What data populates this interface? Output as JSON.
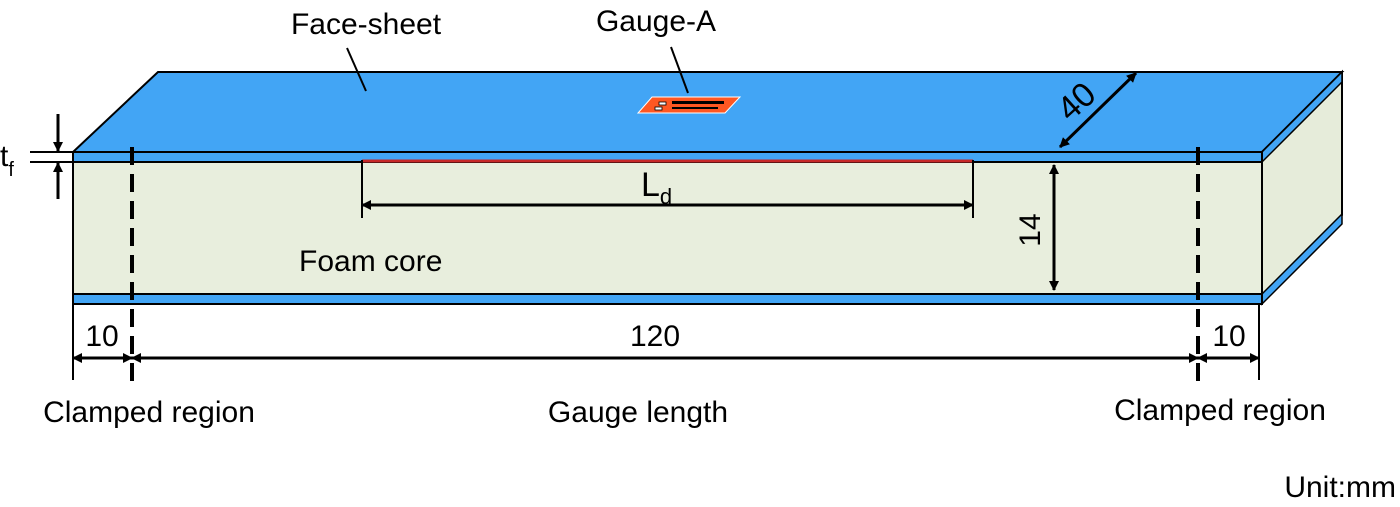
{
  "labels": {
    "face_sheet": "Face-sheet",
    "gauge_a": "Gauge-A",
    "foam_core": "Foam core",
    "thickness_symbol": "t",
    "thickness_subscript": "f",
    "delam_length_symbol": "L",
    "delam_length_subscript": "d",
    "clamped_left": "Clamped region",
    "gauge_length": "Gauge length",
    "clamped_right": "Clamped region",
    "unit": "Unit:mm"
  },
  "dimensions": {
    "width": "40",
    "height": "14",
    "clamp_left": "10",
    "gauge_length": "120",
    "clamp_right": "10"
  },
  "colors": {
    "face_sheet": "#42a5f5",
    "core_front": "#e8eedd",
    "core_side": "#e6ecda",
    "strain_gauge": "#ff5722",
    "delamination_line": "#c62828"
  }
}
